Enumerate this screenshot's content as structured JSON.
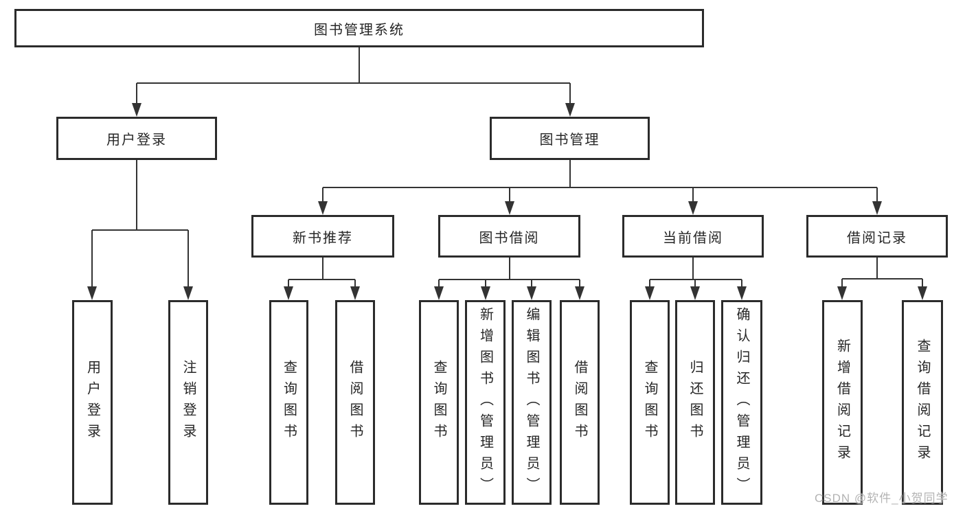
{
  "diagram": {
    "nodes": {
      "root": {
        "label": "图书管理系统"
      },
      "login": {
        "label": "用户登录"
      },
      "mgmt": {
        "label": "图书管理"
      },
      "rec": {
        "label": "新书推荐"
      },
      "borrow": {
        "label": "图书借阅"
      },
      "current": {
        "label": "当前借阅"
      },
      "history": {
        "label": "借阅记录"
      },
      "login_user": {
        "label": "用户登录"
      },
      "login_logout": {
        "label": "注销登录"
      },
      "rec_query": {
        "label": "查询图书"
      },
      "rec_borrow": {
        "label": "借阅图书"
      },
      "bor_query": {
        "label": "查询图书"
      },
      "bor_add": {
        "label": "新增图书（管理员）"
      },
      "bor_edit": {
        "label": "编辑图书（管理员）"
      },
      "bor_borrow": {
        "label": "借阅图书"
      },
      "cur_query": {
        "label": "查询图书"
      },
      "cur_return": {
        "label": "归还图书"
      },
      "cur_confirm": {
        "label": "确认归还（管理员）"
      },
      "his_add": {
        "label": "新增借阅记录"
      },
      "his_query": {
        "label": "查询借阅记录"
      }
    },
    "watermark": "CSDN @软件_小贺同学",
    "colors": {
      "line": "#333333",
      "border": "#2b2b2b",
      "text": "#262626",
      "watermark": "#b3b3b3",
      "background": "#ffffff"
    }
  }
}
